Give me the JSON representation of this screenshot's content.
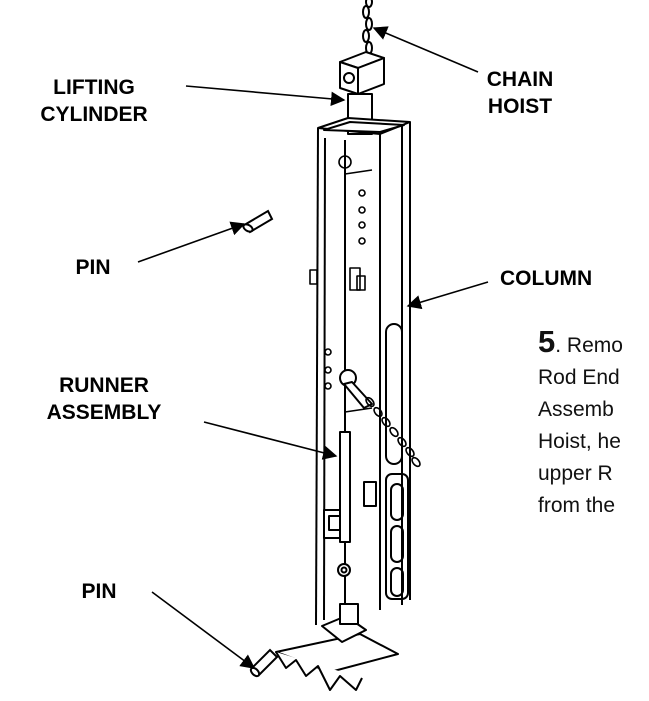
{
  "labels": {
    "lifting_cylinder": [
      "LIFTING",
      "CYLINDER"
    ],
    "chain_hoist": [
      "CHAIN",
      "HOIST"
    ],
    "pin_upper": "PIN",
    "column": "COLUMN",
    "runner_assembly": [
      "RUNNER",
      "ASSEMBLY"
    ],
    "pin_lower": "PIN"
  },
  "instruction": {
    "step_number": "5",
    "lines": [
      ". Remo",
      "Rod End",
      "Assemb",
      "Hoist, he",
      "upper R",
      "from the"
    ]
  }
}
